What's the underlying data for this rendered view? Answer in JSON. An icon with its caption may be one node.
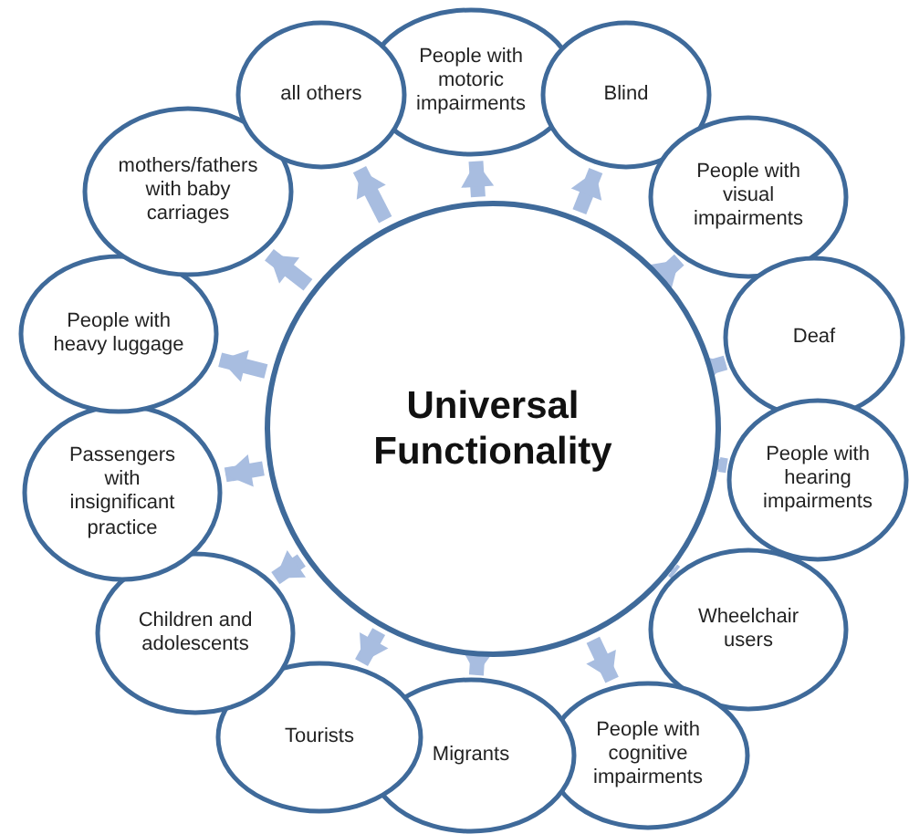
{
  "diagram": {
    "nodes": [
      {
        "text": [
          "Universal Functionality"
        ]
      },
      {
        "text": [
          "People with motoric impairments"
        ]
      },
      {
        "text": [
          "Blind"
        ]
      },
      {
        "text": [
          "People with visual impairments"
        ]
      },
      {
        "text": [
          "Deaf"
        ]
      },
      {
        "text": [
          "People with hearing impairments"
        ]
      },
      {
        "text": [
          "Wheelchair users"
        ]
      },
      {
        "text": [
          "People with cognitive impairments"
        ]
      },
      {
        "text": [
          "Migrants"
        ]
      },
      {
        "text": [
          "Tourists"
        ]
      },
      {
        "text": [
          "Children and adolescents"
        ]
      },
      {
        "text": [
          "Passengers with insignificant practice"
        ]
      },
      {
        "text": [
          "People with heavy luggage"
        ]
      },
      {
        "text": [
          "mothers/fathers with baby carriages"
        ]
      },
      {
        "text": [
          "all others"
        ]
      }
    ],
    "edges": [
      {
        "from": 0,
        "to": 1,
        "arrow": "to"
      },
      {
        "from": 0,
        "to": 2,
        "arrow": "to"
      },
      {
        "from": 0,
        "to": 3,
        "arrow": "to"
      },
      {
        "from": 0,
        "to": 4,
        "arrow": "to"
      },
      {
        "from": 0,
        "to": 5,
        "arrow": "to"
      },
      {
        "from": 0,
        "to": 6,
        "arrow": "to"
      },
      {
        "from": 0,
        "to": 7,
        "arrow": "to"
      },
      {
        "from": 0,
        "to": 8,
        "arrow": "to"
      },
      {
        "from": 0,
        "to": 9,
        "arrow": "to"
      },
      {
        "from": 0,
        "to": 10,
        "arrow": "to"
      },
      {
        "from": 0,
        "to": 11,
        "arrow": "to"
      },
      {
        "from": 0,
        "to": 12,
        "arrow": "to"
      },
      {
        "from": 0,
        "to": 13,
        "arrow": "to"
      },
      {
        "from": 0,
        "to": 14,
        "arrow": "to"
      }
    ]
  }
}
